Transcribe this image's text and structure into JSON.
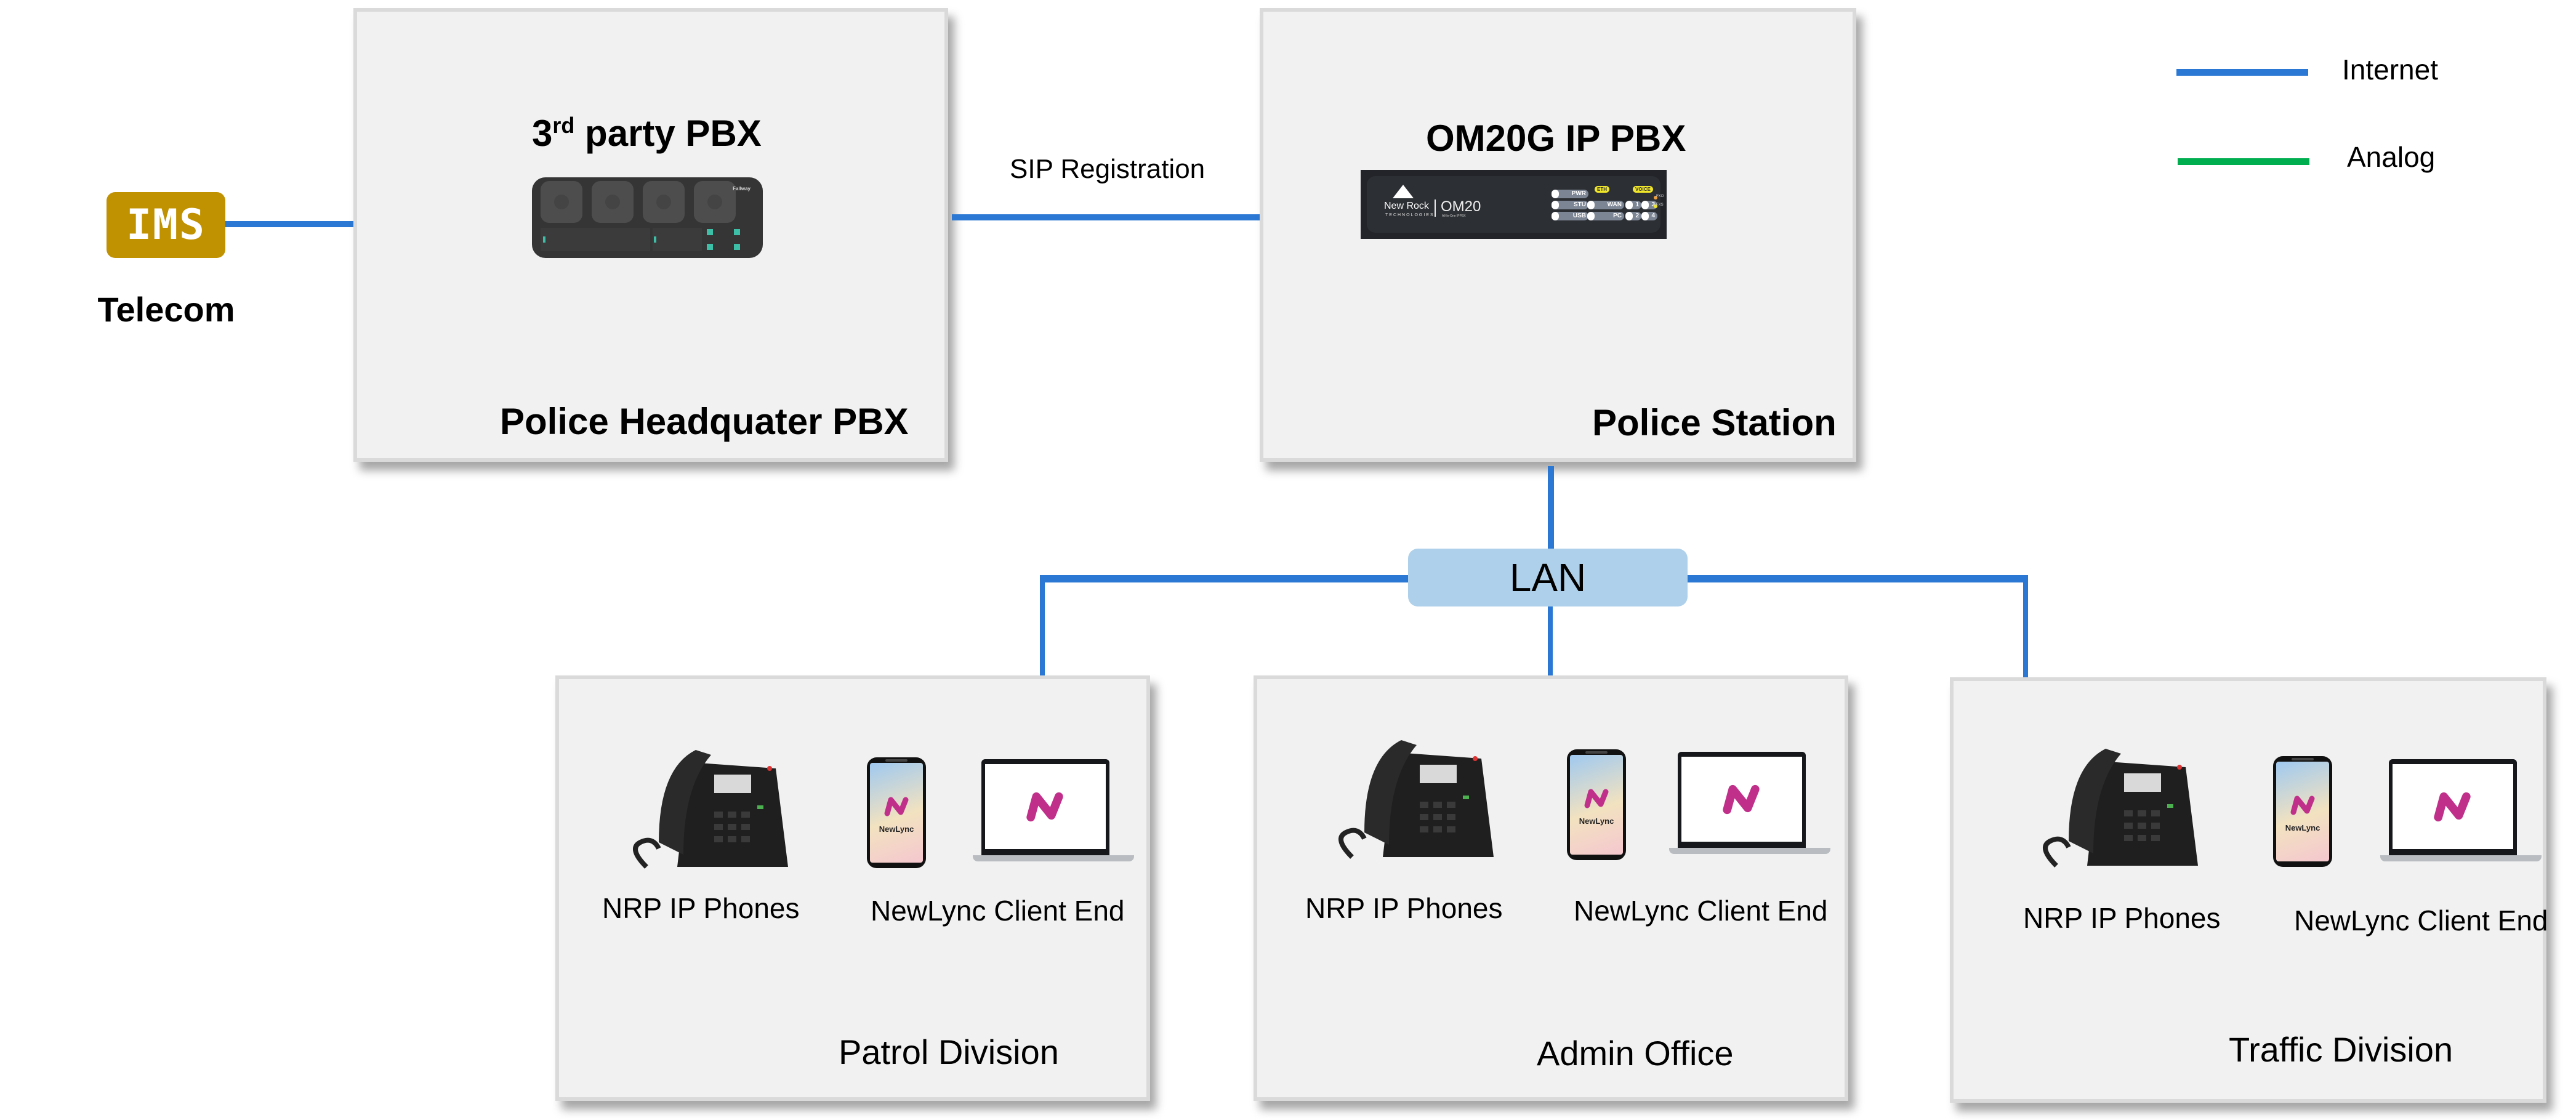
{
  "legend": {
    "items": [
      {
        "label": "Internet",
        "color": "#2b78d4"
      },
      {
        "label": "Analog",
        "color": "#00ad4f"
      }
    ]
  },
  "telecom": {
    "badge": "IMS",
    "badge_color": "#c09100",
    "label": "Telecom"
  },
  "headquarter": {
    "device_title_base": "3",
    "device_title_sup": "rd",
    "device_title_rest": " party PBX",
    "label": "Police Headquater PBX",
    "device_brand": "Fallway"
  },
  "link": {
    "label": "SIP Registration",
    "color": "#2b78d4"
  },
  "station": {
    "device_title": "OM20G IP PBX",
    "label": "Police Station",
    "device": {
      "brand": "New Rock",
      "brand_sub": "TECHNOLOGIES",
      "model": "OM20",
      "model_sub": "All-In-One IPPBX",
      "status_leds": [
        "PWR",
        "STU",
        "USB"
      ],
      "eth_group": "ETH",
      "eth_leds": [
        "WAN",
        "PC"
      ],
      "voice_group": "VOICE",
      "voice_ports": [
        "1",
        "3",
        "2",
        "4"
      ],
      "port_types": [
        "FXO",
        "FXS"
      ]
    }
  },
  "lan": {
    "label": "LAN",
    "fill": "#afd0ea"
  },
  "divisions": [
    {
      "name": "Patrol Division",
      "phones_label": "NRP IP Phones",
      "client_label": "NewLync Client End",
      "app_name": "NewLync"
    },
    {
      "name": "Admin Office",
      "phones_label": "NRP IP Phones",
      "client_label": "NewLync Client End",
      "app_name": "NewLync"
    },
    {
      "name": "Traffic Division",
      "phones_label": "NRP IP Phones",
      "client_label": "NewLync Client End",
      "app_name": "NewLync"
    }
  ]
}
